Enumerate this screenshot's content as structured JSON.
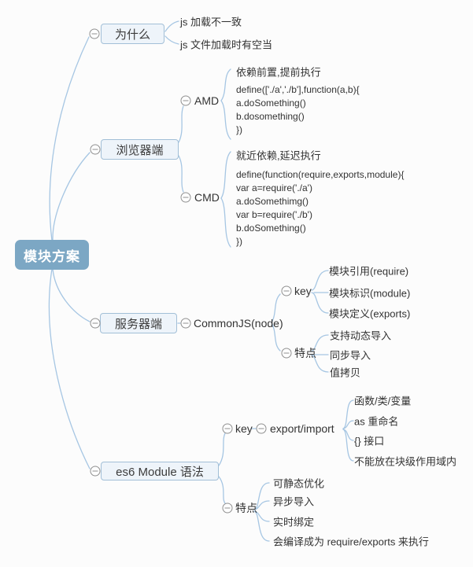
{
  "colors": {
    "line": "#a6c6e3",
    "box_border": "#a2bfd7",
    "box_bg": "#eef4fa",
    "root_bg": "#7ca7c4",
    "text": "#333333"
  },
  "icons": {
    "collapse": "minus-circle"
  },
  "root": {
    "label": "模块方案"
  },
  "why": {
    "label": "为什么",
    "children": [
      "js 加载不一致",
      "js 文件加载时有空当"
    ]
  },
  "browser": {
    "label": "浏览器端",
    "amd": {
      "label": "AMD",
      "note": "依赖前置,提前执行",
      "code": "define(['./a','./b'],function(a,b){\na.doSomething()\nb.dosomething()\n})"
    },
    "cmd": {
      "label": "CMD",
      "note": "就近依赖,延迟执行",
      "code": "define(function(require,exports,module){\nvar a=require('./a')\na.doSomethimg()\nvar b=require('./b')\nb.doSomething()\n})"
    }
  },
  "server": {
    "label": "服务器端",
    "commonjs": {
      "label": "CommonJS(node)",
      "key": {
        "label": "key",
        "children": [
          "模块引用(require)",
          "模块标识(module)",
          "模块定义(exports)"
        ]
      },
      "features": {
        "label": "特点",
        "children": [
          "支持动态导入",
          "同步导入",
          "值拷贝"
        ]
      }
    }
  },
  "es6": {
    "label": "es6 Module 语法",
    "key": {
      "label": "key",
      "export": {
        "label": "export/import",
        "children": [
          "函数/类/变量",
          "as 重命名",
          "{} 接口",
          "不能放在块级作用域内"
        ]
      }
    },
    "features": {
      "label": "特点",
      "children": [
        "可静态优化",
        "异步导入",
        "实时绑定",
        "会编译成为 require/exports 来执行"
      ]
    }
  }
}
